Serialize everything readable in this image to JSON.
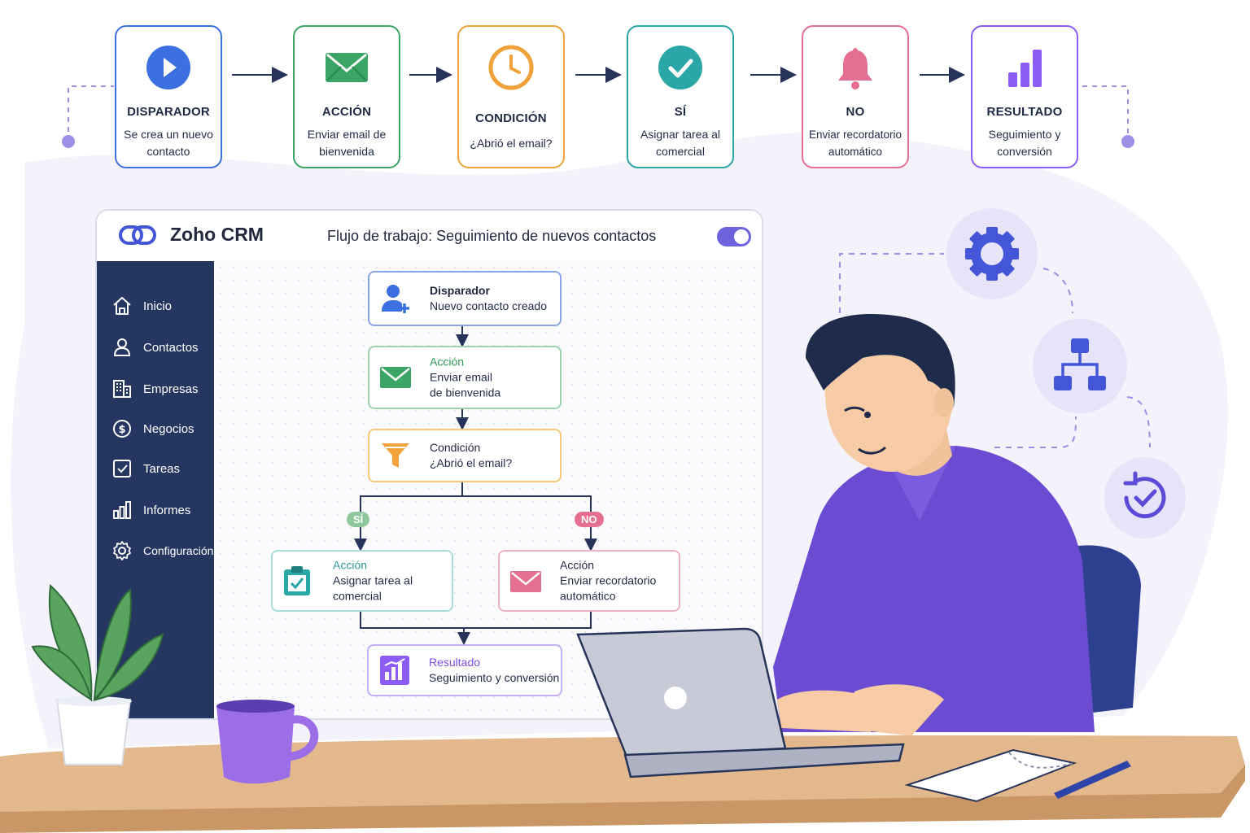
{
  "pipeline": [
    {
      "title": "DISPARADOR",
      "subtitle": "Se crea un nuevo contacto",
      "icon": "play-icon",
      "color": "#3c6fe0"
    },
    {
      "title": "ACCIÓN",
      "subtitle": "Enviar email de bienvenida",
      "icon": "mail-icon",
      "color": "#3aa564"
    },
    {
      "title": "CONDICIÓN",
      "subtitle": "¿Abrió el email?",
      "icon": "clock-icon",
      "color": "#f2a23a"
    },
    {
      "title": "SÍ",
      "subtitle": "Asignar tarea al comercial",
      "icon": "check-circle-icon",
      "color": "#2aa6a6"
    },
    {
      "title": "NO",
      "subtitle": "Enviar recordatorio automático",
      "icon": "bell-icon",
      "color": "#e56f90"
    },
    {
      "title": "RESULTADO",
      "subtitle": "Seguimiento y conversión",
      "icon": "bar-chart-icon",
      "color": "#8b5cf6"
    }
  ],
  "crm": {
    "brand": "Zoho CRM",
    "workflow_label": "Flujo de trabajo:",
    "workflow_name": "Seguimiento de nuevos contactos",
    "toggle_state": "on",
    "nav": [
      {
        "label": "Inicio",
        "icon": "home-icon"
      },
      {
        "label": "Contactos",
        "icon": "user-icon"
      },
      {
        "label": "Empresas",
        "icon": "building-icon"
      },
      {
        "label": "Negocios",
        "icon": "dollar-icon"
      },
      {
        "label": "Tareas",
        "icon": "checkbox-icon"
      },
      {
        "label": "Informes",
        "icon": "bar-chart-icon"
      },
      {
        "label": "Configuración",
        "icon": "gear-icon"
      }
    ],
    "flow": {
      "trigger": {
        "kind": "Disparador",
        "text": "Nuevo contacto creado"
      },
      "action1": {
        "kind": "Acción",
        "line1": "Enviar email",
        "line2": "de bienvenida"
      },
      "condition": {
        "kind": "Condición",
        "text": "¿Abrió el email?"
      },
      "yes_label": "SÍ",
      "no_label": "NO",
      "yes_action": {
        "kind": "Acción",
        "line1": "Asignar tarea al",
        "line2": "comercial"
      },
      "no_action": {
        "kind": "Acción",
        "line1": "Enviar recordatorio",
        "line2": "automático"
      },
      "result": {
        "kind": "Resultado",
        "text": "Seguimiento y conversión"
      }
    }
  },
  "side_icons": [
    "gear-icon",
    "sitemap-icon",
    "refresh-check-icon"
  ],
  "colors": {
    "navy": "#253660",
    "accent": "#6d63dc",
    "green": "#3aa564",
    "orange": "#f2a23a",
    "teal": "#2aa6a6",
    "pink": "#e56f90",
    "purple": "#8b5cf6",
    "blue": "#3c6fe0"
  }
}
